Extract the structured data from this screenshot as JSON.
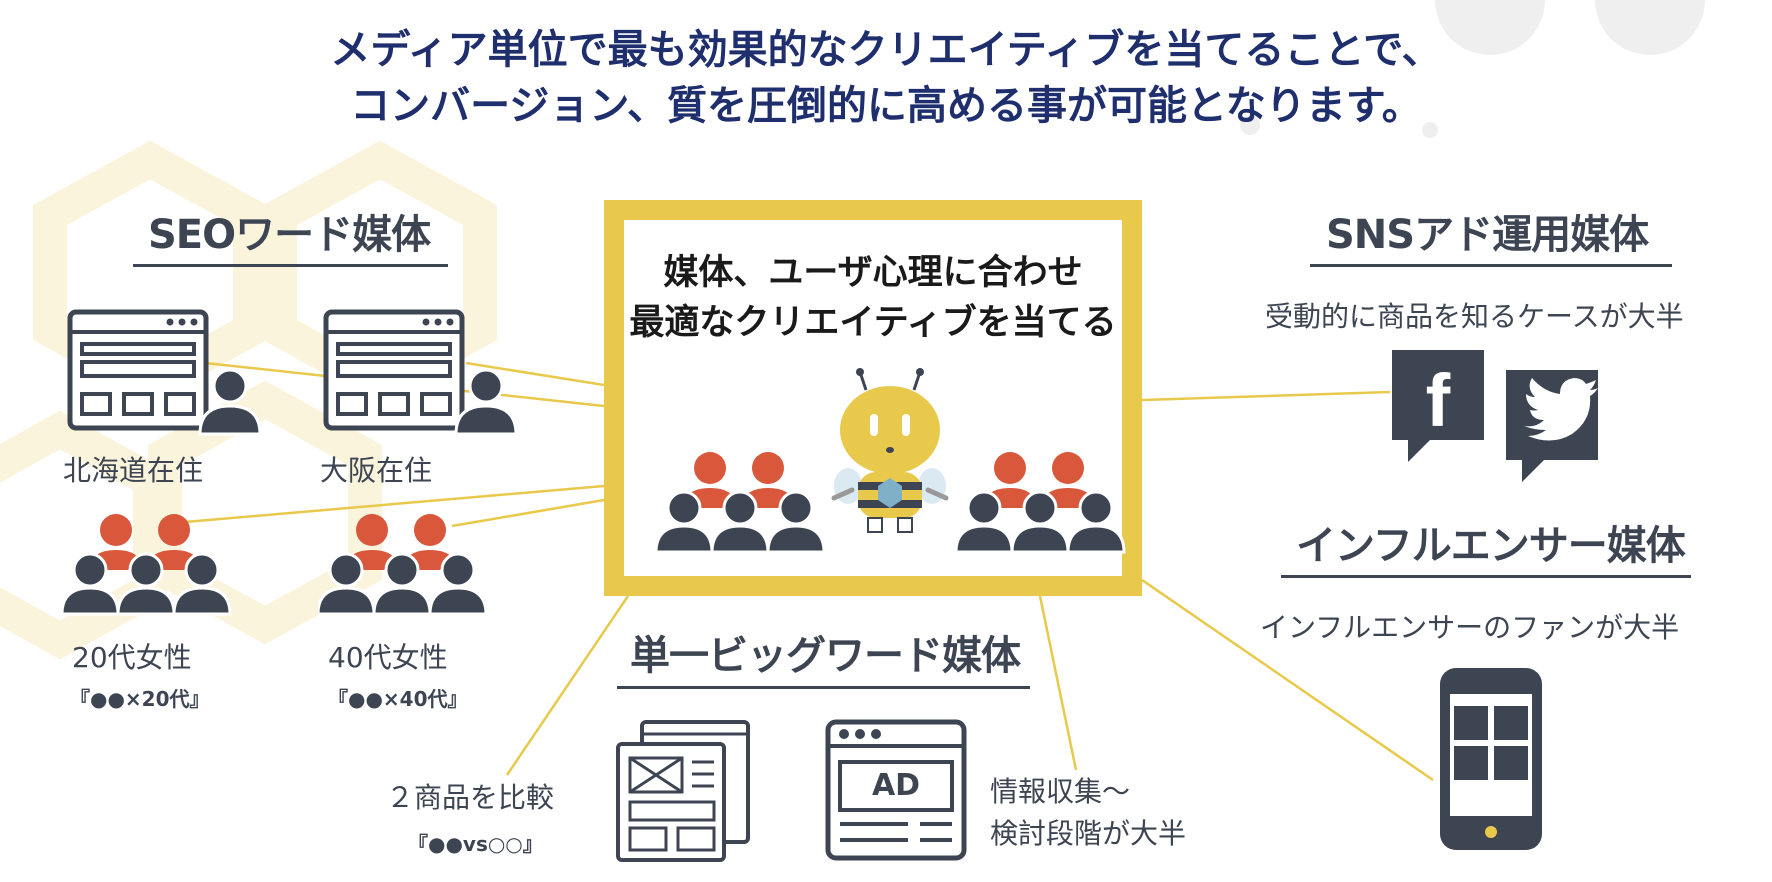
{
  "headline": {
    "line1": "メディア単位で最も効果的なクリエイティブを当てることで、",
    "line2": "コンバージョン、質を圧倒的に高める事が可能となります。"
  },
  "center": {
    "line1": "媒体、ユーザ心理に合わせ",
    "line2": "最適なクリエイティブを当てる"
  },
  "seo": {
    "heading": "SEOワード媒体",
    "item1_label": "北海道在住",
    "item2_label": "大阪在住",
    "item3_label": "20代女性",
    "item3_sub": "『●●×20代』",
    "item4_label": "40代女性",
    "item4_sub": "『●●×40代』"
  },
  "big_word": {
    "heading": "単一ビッグワード媒体",
    "compare_label": "２商品を比較",
    "compare_sub": "『●●vs○○』",
    "ad_text": "AD",
    "info_line1": "情報収集～",
    "info_line2": "検討段階が大半"
  },
  "sns": {
    "heading": "SNSアド運用媒体",
    "desc": "受動的に商品を知るケースが大半"
  },
  "influencer": {
    "heading": "インフルエンサー媒体",
    "desc": "インフルエンサーのファンが大半"
  },
  "colors": {
    "navy": "#1f2f6e",
    "dark": "#3d4553",
    "accent_yellow": "#e8c94b",
    "person_orange": "#d9573b",
    "decor_cream": "#fbf4dc"
  },
  "icons": [
    "browser-icon",
    "person-icon",
    "group-icon",
    "mascot-bee-icon",
    "facebook-icon",
    "twitter-icon",
    "smartphone-icon",
    "ad-icon",
    "article-icon"
  ]
}
